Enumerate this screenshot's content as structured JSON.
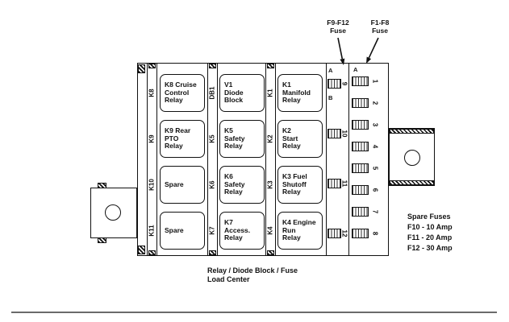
{
  "diagram": {
    "caption": "Relay / Diode Block / Fuse\nLoad Center",
    "pointer_f9f12": "F9-F12\nFuse",
    "pointer_f1f8": "F1-F8\nFuse",
    "slots_col1": [
      "K8",
      "K9",
      "K10",
      "K11"
    ],
    "slots_col2": [
      "DB1",
      "K5",
      "K6",
      "K7"
    ],
    "slots_col3": [
      "K1",
      "K2",
      "K3",
      "K4"
    ],
    "relays_col1": [
      "K8 Cruise\nControl\nRelay",
      "K9 Rear\nPTO\nRelay",
      "Spare",
      "Spare"
    ],
    "relays_col2": [
      "V1\nDiode\nBlock",
      "K5\nSafety\nRelay",
      "K6\nSafety\nRelay",
      "K7\nAccess.\nRelay"
    ],
    "relays_col3": [
      "K1\nManifold\nRelay",
      "K2\nStart\nRelay",
      "K3 Fuel\nShutoff\nRelay",
      "K4 Engine\nRun\nRelay"
    ],
    "fuse_left_marker_top": "A",
    "fuse_left_marker_mid": "B",
    "fuse_left_numbers": [
      "9",
      "10",
      "11",
      "12"
    ],
    "fuse_right_marker_top": "A",
    "fuse_right_numbers": [
      "1",
      "2",
      "3",
      "4",
      "5",
      "6",
      "7",
      "8"
    ],
    "spare_title": "Spare Fuses",
    "spare_lines": [
      "F10 - 10 Amp",
      "F11 - 20 Amp",
      "F12 - 30 Amp"
    ],
    "ink_color": "#111111"
  }
}
